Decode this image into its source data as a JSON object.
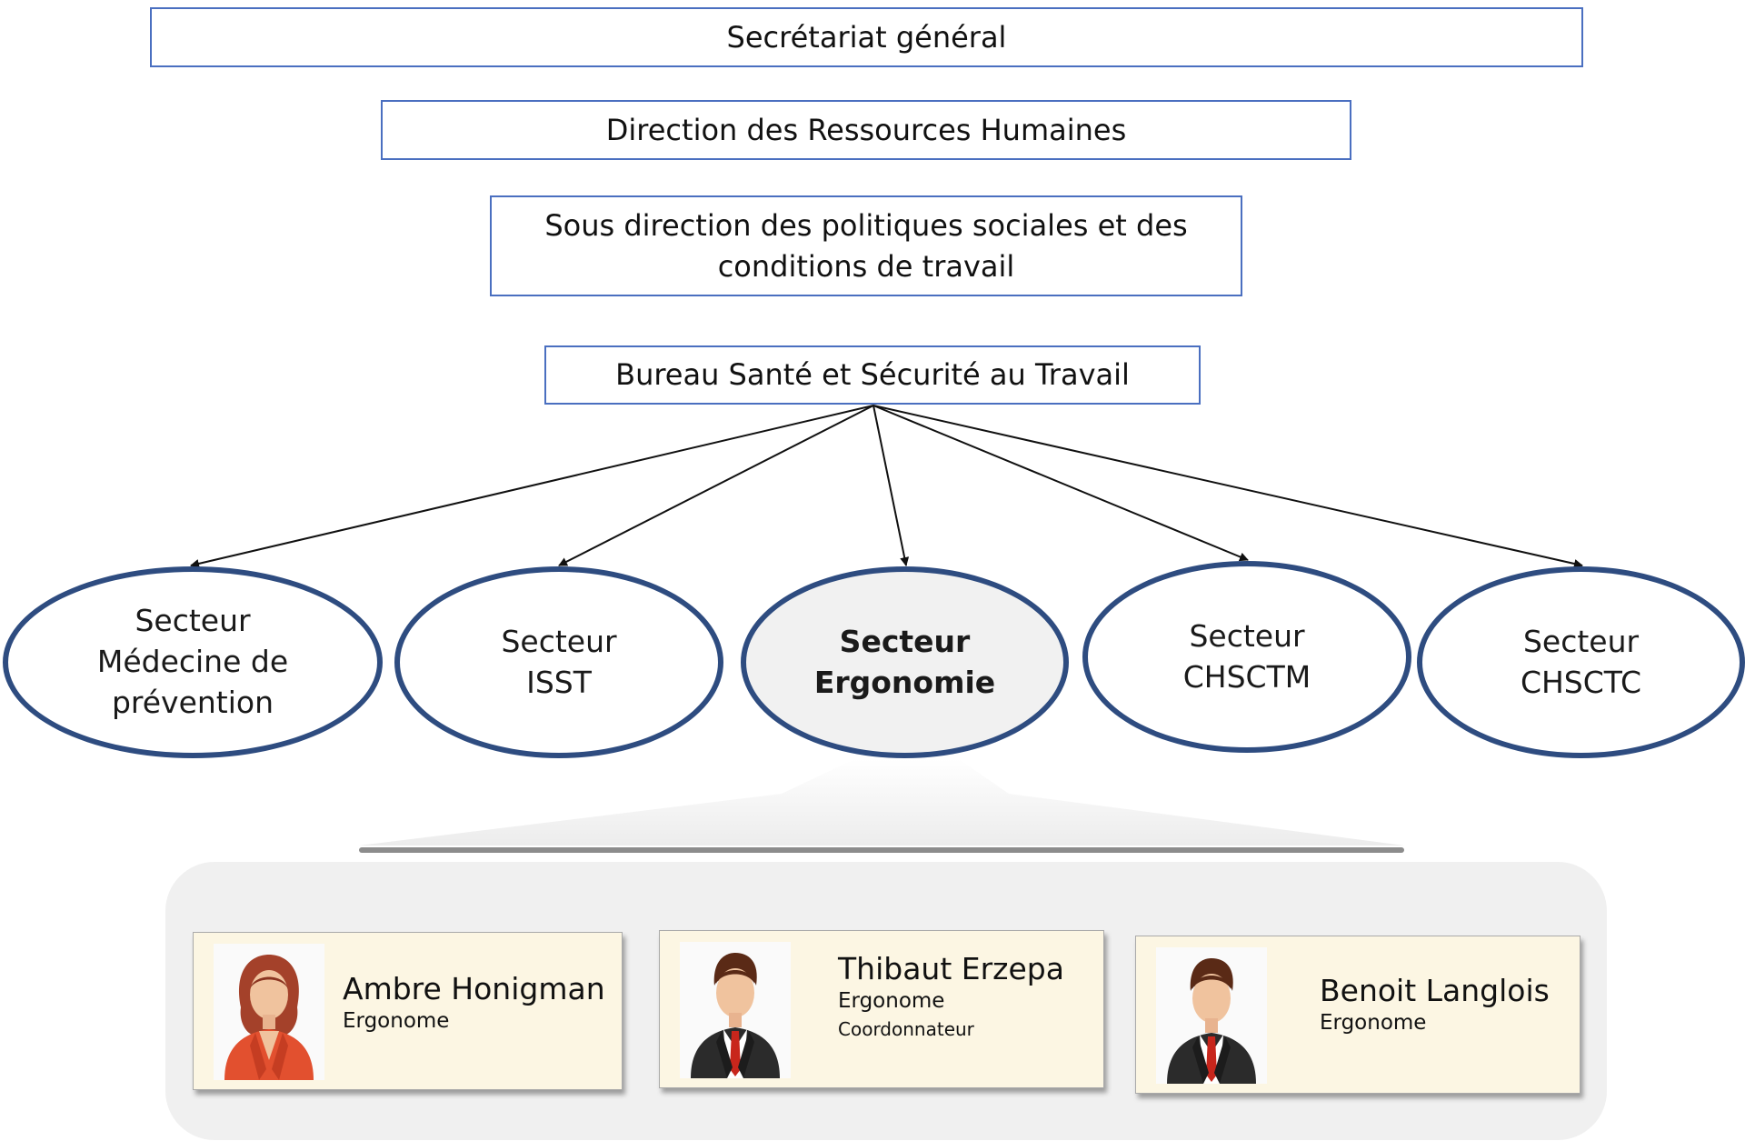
{
  "org": {
    "level1": "Secrétariat général",
    "level2": "Direction des Ressources Humaines",
    "level3_line1": "Sous direction des politiques sociales et des",
    "level3_line2": "conditions de travail",
    "level4": "Bureau Santé et Sécurité au Travail"
  },
  "sectors": [
    {
      "lines": [
        "Secteur",
        "Médecine de",
        "prévention"
      ]
    },
    {
      "lines": [
        "Secteur",
        "ISST"
      ]
    },
    {
      "lines": [
        "Secteur",
        "Ergonomie"
      ]
    },
    {
      "lines": [
        "Secteur",
        "CHSCTM"
      ]
    },
    {
      "lines": [
        "Secteur",
        "CHSCTC"
      ]
    }
  ],
  "team": [
    {
      "name": "Ambre Honigman",
      "role": "Ergonome",
      "avatar": "female-avatar-icon"
    },
    {
      "name": "Thibaut Erzepa",
      "role": "Ergonome",
      "extra": "Coordonnateur",
      "avatar": "male-avatar-icon"
    },
    {
      "name": "Benoit Langlois",
      "role": "Ergonome",
      "avatar": "male-avatar-icon"
    }
  ],
  "colors": {
    "box_border": "#4a6fc0",
    "oval_border": "#2e4c80",
    "arrow": "#111111",
    "highlight_fill": "#f1f1f1",
    "card_fill": "#fcf6e3"
  }
}
